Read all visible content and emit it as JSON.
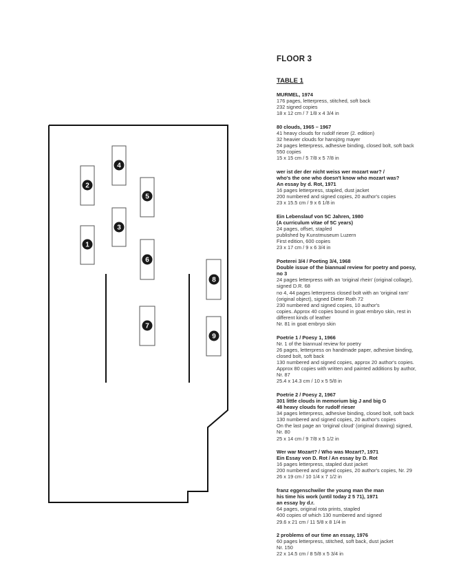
{
  "floor_title": "FLOOR 3",
  "table_title": "TABLE 1",
  "plan": {
    "table_numbers": [
      "1",
      "2",
      "3",
      "4",
      "5",
      "6",
      "7",
      "8",
      "9"
    ]
  },
  "entries": [
    {
      "title": [
        "MURMEL, 1974"
      ],
      "lines": [
        "176 pages, letterpress, stitched, soft back",
        "232 signed copies",
        "18 x 12 cm / 7 1/8 x 4 3/4 in"
      ]
    },
    {
      "title": [
        "80 clouds, 1965 – 1967"
      ],
      "lines": [
        "41 heavy clouds for rudolf rieser (2. edition)",
        "32 heavier clouds for hansjörg mayer",
        "24 pages letterpress, adhesive binding, closed bolt, soft back",
        "550 copies",
        "15 x 15 cm / 5 7/8 x 5 7/8 in"
      ]
    },
    {
      "title": [
        "wer ist der der nicht weiss wer mozart war?  /",
        "who's the one who doesn't know who mozart was?",
        "An essay by d. Rot, 1971"
      ],
      "lines": [
        "16 pages letterpress, stapled, dust jacket",
        "200 numbered and signed copies, 20 author's copies",
        "23 x 15.5 cm / 9 x 6 1/8 in"
      ]
    },
    {
      "title": [
        "Ein Lebenslauf von 5C Jahren, 1980",
        "(A curriculum vitae of 5C years)"
      ],
      "lines": [
        "24 pages, offset, stapled",
        "published by Kunstmuseum Luzern",
        "First edition, 600 copies",
        "23 x 17 cm / 9 x 6 3/4 in"
      ]
    },
    {
      "title": [
        "Poeterei 3/4 / Poeting 3/4, 1968",
        "Double issue of the biannual review for poetry and poesy,",
        "no 3"
      ],
      "lines": [
        "24 pages letterpress with an 'original rhein' (original collage),",
        "signed  D.R. 68",
        "no 4, 44 pages letterpress closed bolt with an 'original ram'",
        "(original object), signed Dieter Roth 72",
        "230 numbered and signed copies, 10 author's",
        "copies. Approx 40 copies bound in goat embryo skin, rest in",
        "different kinds of leather",
        "Nr. 81 in goat embryo skin"
      ]
    },
    {
      "title": [
        "Poetrie 1 / Poesy 1, 1966"
      ],
      "lines": [
        "Nr. 1 of the biannual review for poetry",
        "26 pages, letterpress on handmade paper, adhesive binding,",
        "closed bolt, soft back",
        "130 numbered and signed copies, approx 20 author's copies.",
        "Approx 80 copies with written and painted additions by author,",
        "Nr. 87",
        "25.4 x 14.3 cm / 10 x 5 5/8 in"
      ]
    },
    {
      "title": [
        "Poetrie 2 / Poesy 2, 1967",
        "301 little clouds in memorium big J and big G",
        "48 heavy clouds for rudolf rieser"
      ],
      "lines": [
        "34 pages letterpress, adhesive binding, closed bolt, soft back",
        "130 numbered and signed copies, 20 author's copies",
        "On the last page an 'original cloud' (original drawing) signed,",
        "Nr. 80",
        "25 x 14 cm / 9 7/8 x 5 1/2 in"
      ]
    },
    {
      "title": [
        "Wer war Mozart? / Who was Mozart?, 1971",
        "Ein Essay von D. Rot / An essay by D. Rot"
      ],
      "lines": [
        "16 pages letterpress, stapled dust jacket",
        "200 numbered and signed copies, 20 author's copies, Nr. 29",
        "26 x 19 cm / 10 1/4 x 7 1/2 in"
      ]
    },
    {
      "title": [
        "franz eggenschwiler  the young man  the man",
        "his time  his work   (until today 2 5 71), 1971",
        "an essay by d.r."
      ],
      "lines": [
        "64 pages, original rota prints, stapled",
        "400 copies of which 130 numbered and signed",
        "29.6 x 21 cm / 11 5/8 x 8 1/4 in"
      ]
    },
    {
      "title": [
        "2 problems of our time an essay, 1976"
      ],
      "lines": [
        "60 pages letterpress, stitched, soft back, dust jacket",
        "Nr. 150",
        "22 x 14.5 cm / 8 5/8 x 5 3/4 in"
      ]
    }
  ]
}
